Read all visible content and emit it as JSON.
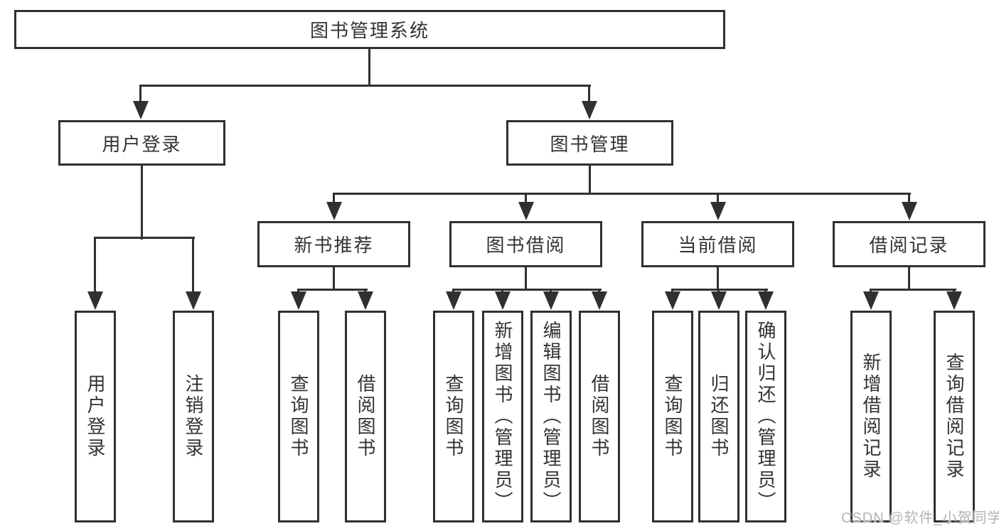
{
  "root": {
    "label": "图书管理系统"
  },
  "branches": {
    "user_login": {
      "label": "用户登录"
    },
    "book_management": {
      "label": "图书管理"
    }
  },
  "modules": {
    "new_book": {
      "label": "新书推荐"
    },
    "borrow": {
      "label": "图书借阅"
    },
    "current": {
      "label": "当前借阅"
    },
    "records": {
      "label": "借阅记录"
    }
  },
  "leaves": {
    "user_login": [
      "用户登录",
      "注销登录"
    ],
    "new_book": [
      "查询图书",
      "借阅图书"
    ],
    "borrow": [
      "查询图书",
      "新增图书（管理员）",
      "编辑图书（管理员）",
      "借阅图书"
    ],
    "current": [
      "查询图书",
      "归还图书",
      "确认归还（管理员）"
    ],
    "records": [
      "新增借阅记录",
      "查询借阅记录"
    ]
  },
  "watermark": {
    "text": "CSDN @软件_小贺同学",
    "color": "#b4b4b8"
  },
  "colors": {
    "line": "#303030",
    "text": "#333333",
    "background": "#ffffff"
  }
}
